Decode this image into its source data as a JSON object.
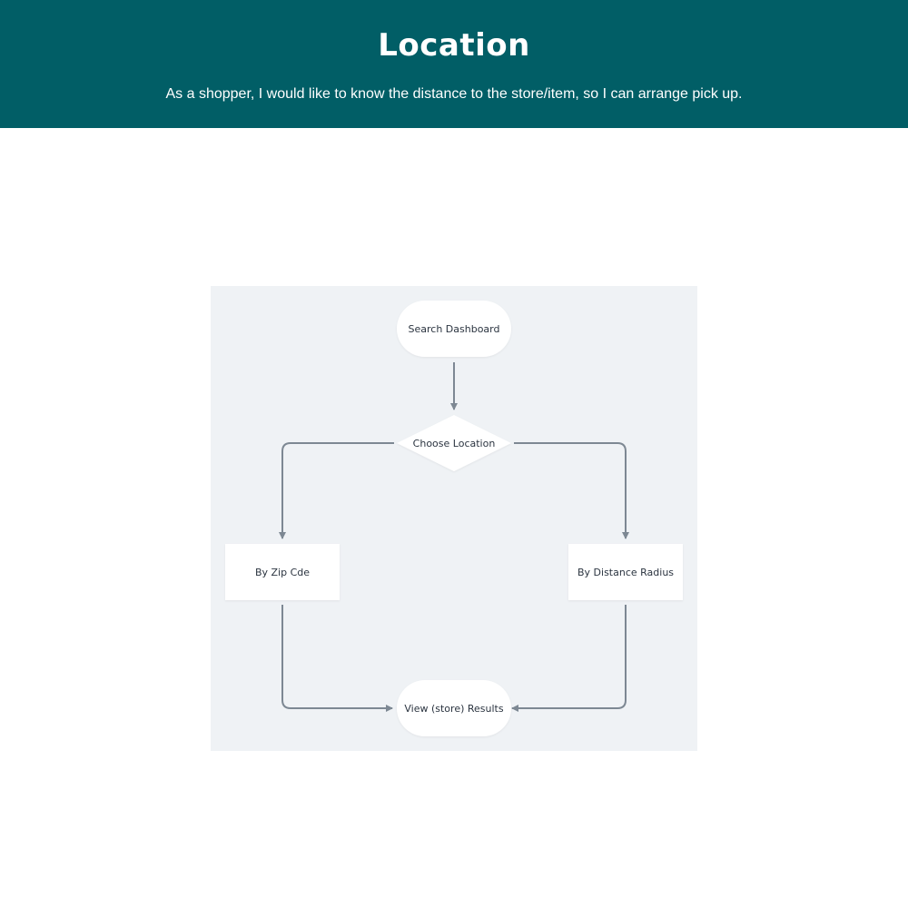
{
  "header": {
    "title": "Location",
    "subtitle": "As a shopper, I would like to know the distance to the store/item, so I can arrange pick up."
  },
  "diagram": {
    "nodes": {
      "start": "Search Dashboard",
      "decision": "Choose Location",
      "left": "By Zip Cde",
      "right": "By Distance Radius",
      "end": "View (store) Results"
    },
    "colors": {
      "background": "#eff2f5",
      "node_fill": "#ffffff",
      "connector": "#7d8893"
    }
  }
}
